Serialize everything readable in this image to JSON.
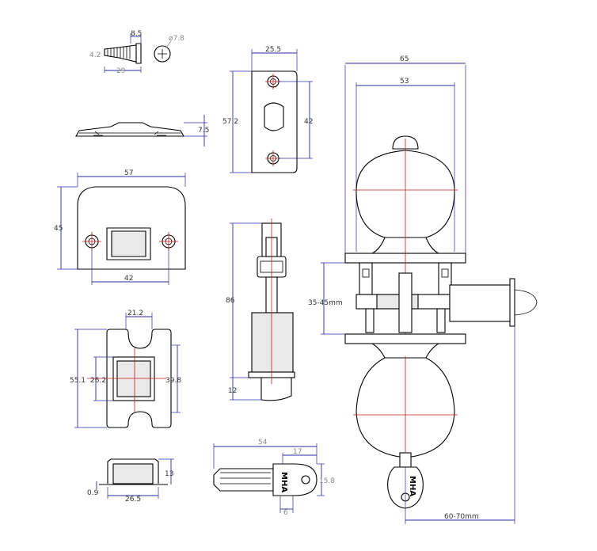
{
  "screw": {
    "head_dia": "ø7.8",
    "shank_dia": "4.2",
    "length": "29",
    "top": "8.5"
  },
  "plate": {
    "height": "7.5"
  },
  "latch_plate": {
    "width": "25.5",
    "height": "57.2",
    "hole_spacing": "42"
  },
  "strike": {
    "width": "57",
    "height": "45",
    "hole_spacing": "42"
  },
  "latch": {
    "length": "86",
    "thickness": "12"
  },
  "box": {
    "width": "21.2",
    "height": "55.1",
    "inner_height": "26.2",
    "depth": "39.8"
  },
  "cup": {
    "height": "13",
    "width": "26.5",
    "lip": "0.9"
  },
  "key": {
    "length": "54",
    "head_width": "17",
    "height": "15.8",
    "bow": "6",
    "brand": "MHA"
  },
  "knob": {
    "rose_outer": "65",
    "rose_inner": "53",
    "door_thickness": "35-45mm",
    "backset": "60-70mm",
    "brand": "MHA"
  }
}
